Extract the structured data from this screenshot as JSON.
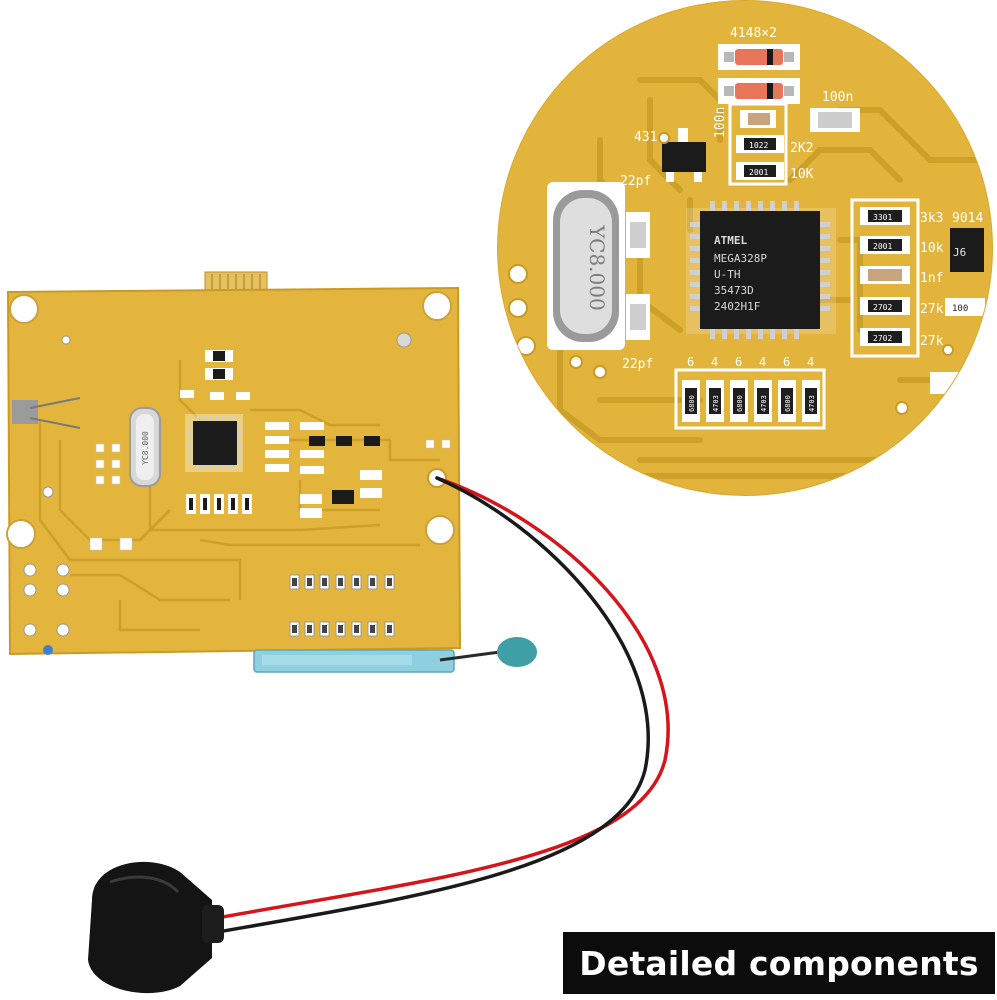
{
  "caption": "Detailed components",
  "colors": {
    "pcb": "#e2b43c",
    "trace": "#cfa12a",
    "silkscreen": "#ffffff",
    "chip": "#1b1b1b",
    "wire_red": "#d6141b",
    "wire_black": "#1a1a1a",
    "clip": "#141414",
    "caption_bg": "#0c0c0c"
  },
  "board_labels": {
    "crystal": "YC8.000"
  },
  "zoom_labels": {
    "diodes": "4148×2",
    "cap_100n_top": "100n",
    "cap_100n_side": "100n",
    "ref_431": "431",
    "res_2k2_code": "1022",
    "res_2k2": "2K2",
    "res_10k_code": "2001",
    "res_10k": "10K",
    "cap_22pf_top": "22pf",
    "cap_22pf_bottom": "22pf",
    "crystal": "YC8.000",
    "mcu_brand": "ATMEL",
    "mcu_model": "MEGA328P",
    "mcu_package": "U-TH",
    "mcu_lot": "35473D",
    "mcu_date": "2402H1F",
    "r_3k3_code": "3301",
    "r_3k3": "3k3",
    "r_9014": "9014",
    "r_10k_code": "2001",
    "r_10k": "10k",
    "c_1nf": "1nf",
    "r_27k_code": "2702",
    "r_27k": "27k",
    "r_27k_b_code": "2702",
    "r_27k_b": "27k",
    "j6": "J6",
    "r_100": "100",
    "bank_digits": [
      "6",
      "4",
      "6",
      "4",
      "6",
      "4"
    ],
    "bank_codes": [
      "6800",
      "4703",
      "6800",
      "4703",
      "6800",
      "4703"
    ]
  }
}
